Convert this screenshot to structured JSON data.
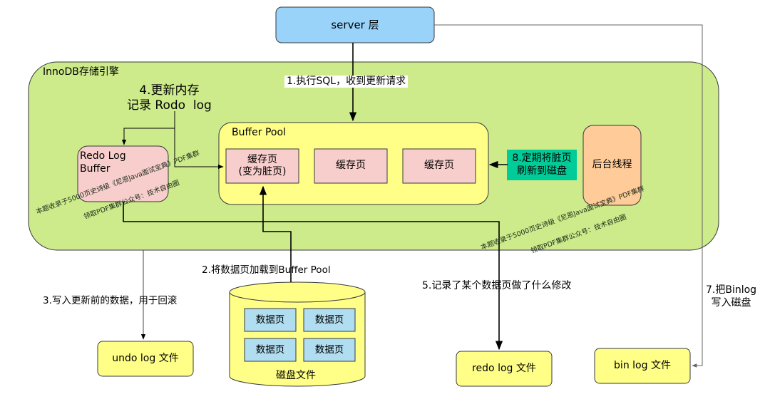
{
  "server_box": {
    "label": "server 层"
  },
  "innodb": {
    "title": "InnoDB存储引擎"
  },
  "buffer_pool": {
    "title": "Buffer Pool",
    "pages": [
      {
        "label": "缓存页\n(变为脏页)"
      },
      {
        "label": "缓存页"
      },
      {
        "label": "缓存页"
      }
    ]
  },
  "redo_log_buffer": {
    "label": "Redo Log\nBuffer"
  },
  "background_thread": {
    "label": "后台线程"
  },
  "steps": {
    "step1": "1.执行SQL，收到更新请求",
    "step2": "2.将数据页加载到Buffer Pool",
    "step3": "3.写入更新前的数据，用于回滚",
    "step4": "4.更新内存\n记录 Rodo  log",
    "step5": "5.记录了某个数据页做了什么修改",
    "step7": "7.把Binlog\n写入磁盘",
    "step8": "8.定期将脏页\n刷新到磁盘"
  },
  "disk": {
    "label": "磁盘文件",
    "pages": [
      "数据页",
      "数据页",
      "数据页",
      "数据页"
    ]
  },
  "files": {
    "undo": "undo log 文件",
    "redo": "redo log 文件",
    "bin": "bin log 文件"
  },
  "watermarks": {
    "line1": "本题收录于5000页史诗级《尼恩Java面试宝典》PDF集群",
    "line2": "领取PDF集群公众号：技术自由圈"
  },
  "colors": {
    "server_fill": "#99d3fa",
    "innodb_fill": "#cdeb8b",
    "buffer_pool_fill": "#ffff88",
    "page_fill": "#f8cecc",
    "thread_fill": "#ffcc99",
    "disk_page_fill": "#b1ddf0",
    "file_fill": "#ffff88",
    "step8_fill": "#00cc99"
  }
}
